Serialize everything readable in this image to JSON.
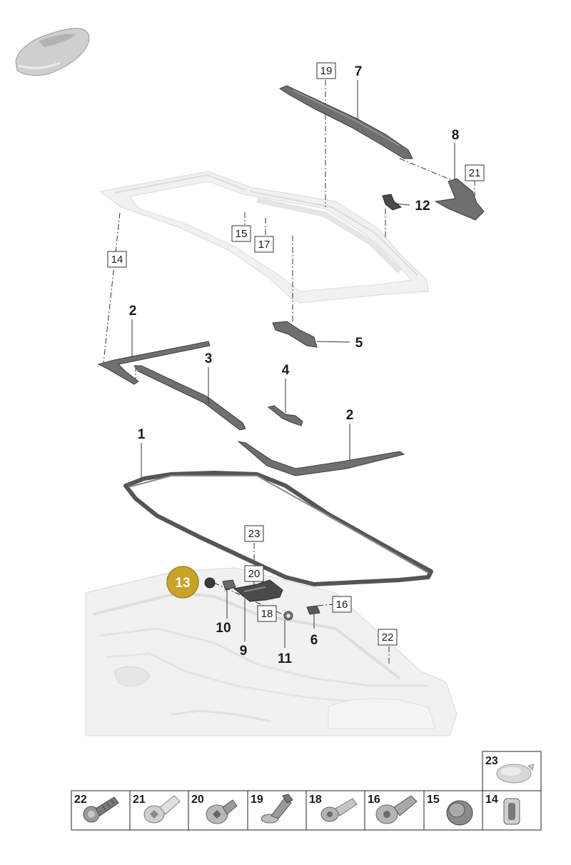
{
  "highlight": {
    "label": "13",
    "color": "#c9a227"
  },
  "callouts": [
    {
      "id": "c7",
      "label": "7"
    },
    {
      "id": "c8",
      "label": "8"
    },
    {
      "id": "c12",
      "label": "12"
    },
    {
      "id": "c2a",
      "label": "2"
    },
    {
      "id": "c3",
      "label": "3"
    },
    {
      "id": "c4",
      "label": "4"
    },
    {
      "id": "c5",
      "label": "5"
    },
    {
      "id": "c2b",
      "label": "2"
    },
    {
      "id": "c1",
      "label": "1"
    },
    {
      "id": "c10",
      "label": "10"
    },
    {
      "id": "c9",
      "label": "9"
    },
    {
      "id": "c11",
      "label": "11"
    },
    {
      "id": "c6",
      "label": "6"
    }
  ],
  "boxed_refs": [
    {
      "id": "b19",
      "label": "19"
    },
    {
      "id": "b21",
      "label": "21"
    },
    {
      "id": "b15",
      "label": "15"
    },
    {
      "id": "b17",
      "label": "17"
    },
    {
      "id": "b14",
      "label": "14"
    },
    {
      "id": "b23",
      "label": "23"
    },
    {
      "id": "b20",
      "label": "20"
    },
    {
      "id": "b18",
      "label": "18"
    },
    {
      "id": "b16",
      "label": "16"
    },
    {
      "id": "b22",
      "label": "22"
    }
  ],
  "fastener_table": {
    "top_cell": {
      "label": "23",
      "icon": "round-cap-icon"
    },
    "cells": [
      {
        "label": "22",
        "icon": "threaded-stud-icon"
      },
      {
        "label": "21",
        "icon": "torx-bolt-icon"
      },
      {
        "label": "20",
        "icon": "torx-screw-icon"
      },
      {
        "label": "19",
        "icon": "expansion-rivet-icon"
      },
      {
        "label": "18",
        "icon": "hex-screw-icon"
      },
      {
        "label": "16",
        "icon": "flange-screw-icon"
      },
      {
        "label": "15",
        "icon": "grommet-icon"
      },
      {
        "label": "14",
        "icon": "clip-nut-icon"
      }
    ]
  }
}
